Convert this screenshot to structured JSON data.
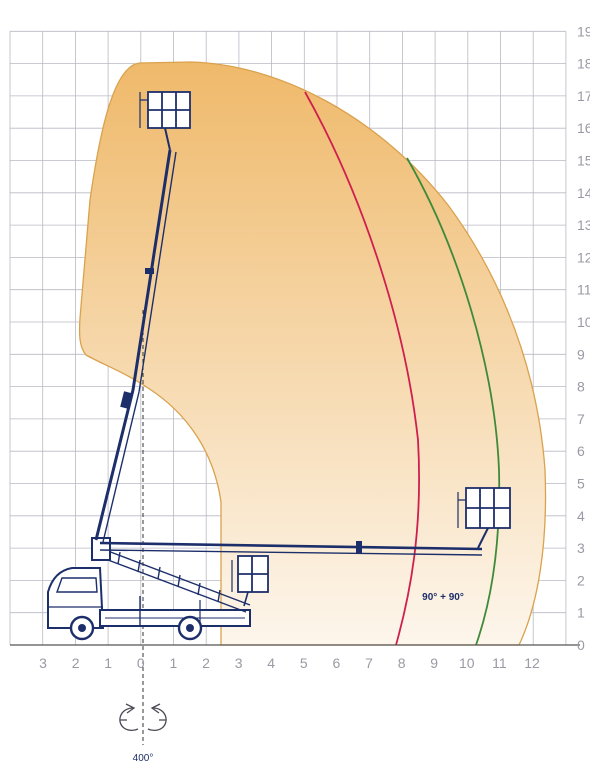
{
  "axes": {
    "x_ticks": [
      "3",
      "2",
      "1",
      "0",
      "1",
      "2",
      "3",
      "4",
      "5",
      "6",
      "7",
      "8",
      "9",
      "10",
      "11",
      "12"
    ],
    "y_ticks": [
      "0",
      "1",
      "2",
      "3",
      "4",
      "5",
      "6",
      "7",
      "8",
      "9",
      "10",
      "11",
      "12",
      "13",
      "14",
      "15",
      "16",
      "17",
      "18",
      "19"
    ]
  },
  "annotations": {
    "angle_label": "90° + 90°",
    "rotation_label": "400°"
  },
  "colors": {
    "envelope_top": "#efb96a",
    "envelope_bottom": "#fdf6ec",
    "envelope_stroke": "#d9a24e",
    "red_limit": "#cf1f4f",
    "green_limit": "#3f8a3a",
    "machine": "#1d2f6b",
    "grid": "#b9b9c4",
    "tick_text": "#9a9aa6"
  },
  "icons": [
    "rotation-arrows-icon"
  ]
}
